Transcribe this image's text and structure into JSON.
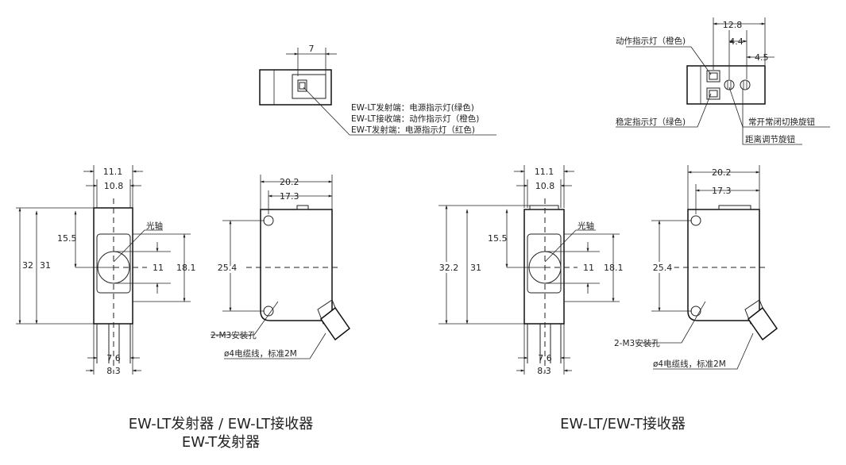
{
  "top_views": {
    "left": {
      "dim_width": "7",
      "notes": [
        "EW-LT发射端：电源指示灯(绿色)",
        "EW-LT接收端：动作指示灯（橙色)",
        "EW-T发射端：电源指示灯（红色)"
      ]
    },
    "right": {
      "dim_top": "12.8",
      "dim_mid": "4.4",
      "dim_low": "4.5",
      "label_action": "动作指示灯（橙色)",
      "label_stable": "稳定指示灯（绿色)",
      "label_switch": "常开常闭切换旋钮",
      "label_distance": "距离调节旋钮"
    }
  },
  "left_group": {
    "front": {
      "dim_a": "11.1",
      "dim_b": "10.8",
      "dim_h_outer": "32",
      "dim_h_inner": "31",
      "dim_axis": "15.5",
      "dim_lens": "11",
      "dim_side": "18.1",
      "dim_w1": "7.6",
      "dim_w2": "8.3",
      "axis_label": "光轴"
    },
    "side": {
      "dim_w": "20.2",
      "dim_w2": "17.3",
      "dim_holes": "25.4",
      "hole_label": "2-M3安装孔",
      "cable_label": "ø4电缆线，标准2M"
    },
    "caption_line1": "EW-LT发射器 / EW-LT接收器",
    "caption_line2": "EW-T发射器"
  },
  "right_group": {
    "front": {
      "dim_a": "11.1",
      "dim_b": "10.8",
      "dim_h_outer": "32.2",
      "dim_h_inner": "31",
      "dim_axis": "15.5",
      "dim_lens": "11",
      "dim_side": "18.1",
      "dim_w1": "7.6",
      "dim_w2": "8.3",
      "axis_label": "光轴"
    },
    "side": {
      "dim_w": "20.2",
      "dim_w2": "17.3",
      "dim_holes": "25.4",
      "hole_label": "2-M3安装孔",
      "cable_label": "ø4电缆线，标准2M"
    },
    "caption": "EW-LT/EW-T接收器"
  }
}
